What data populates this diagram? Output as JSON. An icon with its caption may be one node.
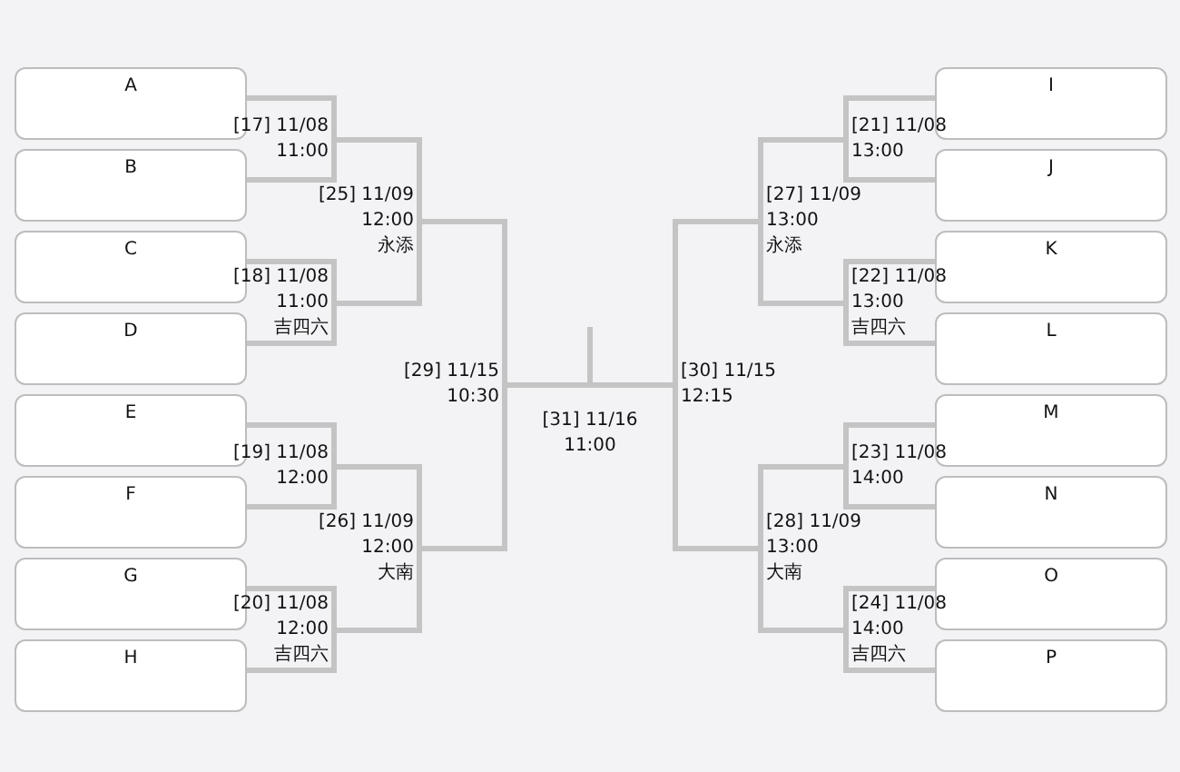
{
  "diagram": {
    "nodes": [
      {
        "text": [
          "A"
        ]
      },
      {
        "text": [
          "B"
        ]
      },
      {
        "text": [
          "C"
        ]
      },
      {
        "text": [
          "D"
        ]
      },
      {
        "text": [
          "E"
        ]
      },
      {
        "text": [
          "F"
        ]
      },
      {
        "text": [
          "G"
        ]
      },
      {
        "text": [
          "H"
        ]
      },
      {
        "text": [
          "I"
        ]
      },
      {
        "text": [
          "J"
        ]
      },
      {
        "text": [
          "K"
        ]
      },
      {
        "text": [
          "L"
        ]
      },
      {
        "text": [
          "M"
        ]
      },
      {
        "text": [
          "N"
        ]
      },
      {
        "text": [
          "O"
        ]
      },
      {
        "text": [
          "P"
        ]
      },
      {
        "text": [
          "[17] 11/08",
          "11:00"
        ]
      },
      {
        "text": [
          "[18] 11/08",
          "11:00",
          "吉四六"
        ]
      },
      {
        "text": [
          "[19] 11/08",
          "12:00"
        ]
      },
      {
        "text": [
          "[20] 11/08",
          "12:00",
          "吉四六"
        ]
      },
      {
        "text": [
          "[21] 11/08",
          "13:00"
        ]
      },
      {
        "text": [
          "[22] 11/08",
          "13:00",
          "吉四六"
        ]
      },
      {
        "text": [
          "[23] 11/08",
          "14:00"
        ]
      },
      {
        "text": [
          "[24] 11/08",
          "14:00",
          "吉四六"
        ]
      },
      {
        "text": [
          "[25] 11/09",
          "12:00",
          "永添"
        ]
      },
      {
        "text": [
          "[26] 11/09",
          "12:00",
          "大南"
        ]
      },
      {
        "text": [
          "[27] 11/09",
          "13:00",
          "永添"
        ]
      },
      {
        "text": [
          "[28] 11/09",
          "13:00",
          "大南"
        ]
      },
      {
        "text": [
          "[29] 11/15",
          "10:30"
        ]
      },
      {
        "text": [
          "[30] 11/15",
          "12:15"
        ]
      },
      {
        "text": [
          "[31] 11/16",
          "11:00"
        ]
      }
    ],
    "edges": [
      {
        "from": 0,
        "to": 16,
        "arrow": "none"
      },
      {
        "from": 1,
        "to": 16,
        "arrow": "none"
      },
      {
        "from": 2,
        "to": 17,
        "arrow": "none"
      },
      {
        "from": 3,
        "to": 17,
        "arrow": "none"
      },
      {
        "from": 4,
        "to": 18,
        "arrow": "none"
      },
      {
        "from": 5,
        "to": 18,
        "arrow": "none"
      },
      {
        "from": 6,
        "to": 19,
        "arrow": "none"
      },
      {
        "from": 7,
        "to": 19,
        "arrow": "none"
      },
      {
        "from": 8,
        "to": 20,
        "arrow": "none"
      },
      {
        "from": 9,
        "to": 20,
        "arrow": "none"
      },
      {
        "from": 10,
        "to": 21,
        "arrow": "none"
      },
      {
        "from": 11,
        "to": 21,
        "arrow": "none"
      },
      {
        "from": 12,
        "to": 22,
        "arrow": "none"
      },
      {
        "from": 13,
        "to": 22,
        "arrow": "none"
      },
      {
        "from": 14,
        "to": 23,
        "arrow": "none"
      },
      {
        "from": 15,
        "to": 23,
        "arrow": "none"
      },
      {
        "from": 16,
        "to": 24,
        "arrow": "none"
      },
      {
        "from": 17,
        "to": 24,
        "arrow": "none"
      },
      {
        "from": 18,
        "to": 25,
        "arrow": "none"
      },
      {
        "from": 19,
        "to": 25,
        "arrow": "none"
      },
      {
        "from": 20,
        "to": 26,
        "arrow": "none"
      },
      {
        "from": 21,
        "to": 26,
        "arrow": "none"
      },
      {
        "from": 22,
        "to": 27,
        "arrow": "none"
      },
      {
        "from": 23,
        "to": 27,
        "arrow": "none"
      },
      {
        "from": 24,
        "to": 28,
        "arrow": "none"
      },
      {
        "from": 25,
        "to": 28,
        "arrow": "none"
      },
      {
        "from": 26,
        "to": 29,
        "arrow": "none"
      },
      {
        "from": 27,
        "to": 29,
        "arrow": "none"
      },
      {
        "from": 28,
        "to": 30,
        "arrow": "none"
      },
      {
        "from": 29,
        "to": 30,
        "arrow": "none"
      }
    ]
  }
}
